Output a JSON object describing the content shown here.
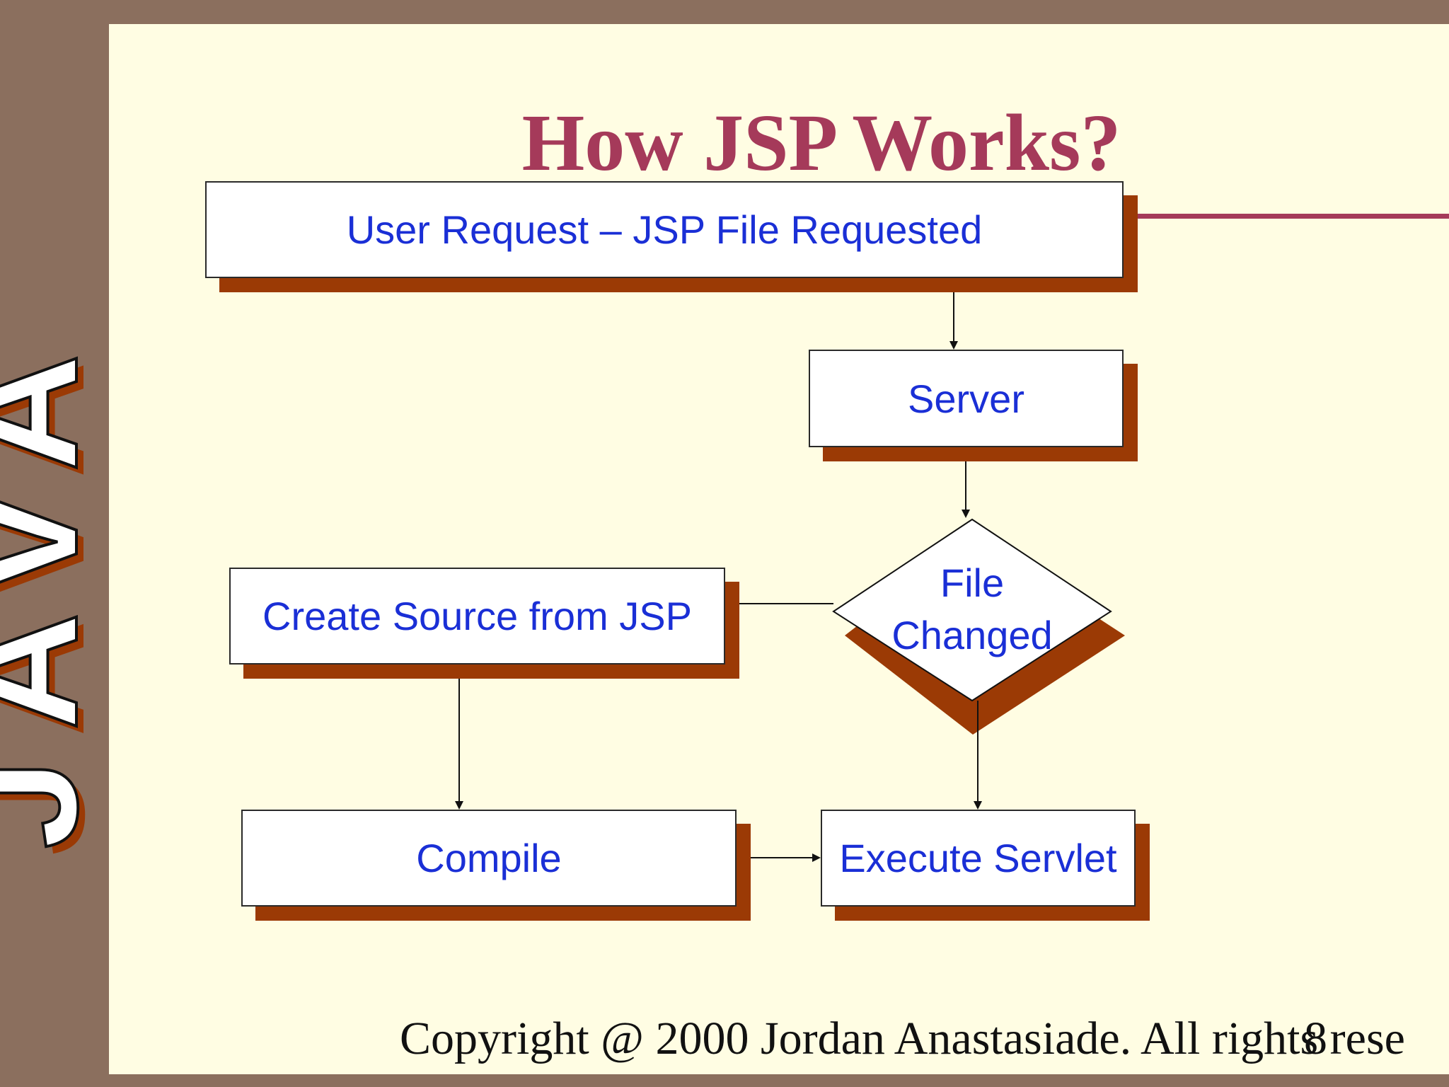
{
  "slide": {
    "title": "How JSP Works?",
    "side_logo_text": "JAVA",
    "copyright": "Copyright @ 2000 Jordan Anastasiade.  All rights rese",
    "page_number": "8"
  },
  "flowchart": {
    "nodes": {
      "user_request": "User Request – JSP File Requested",
      "server": "Server",
      "file_changed_line1": "File",
      "file_changed_line2": "Changed",
      "create_source": "Create Source from JSP",
      "compile": "Compile",
      "execute_servlet": "Execute Servlet"
    }
  },
  "colors": {
    "slide_bg": "#fffde3",
    "frame": "#8b6f5e",
    "title": "#a53a5a",
    "node_text": "#1a2fd6",
    "shadow": "#9b3a05"
  }
}
